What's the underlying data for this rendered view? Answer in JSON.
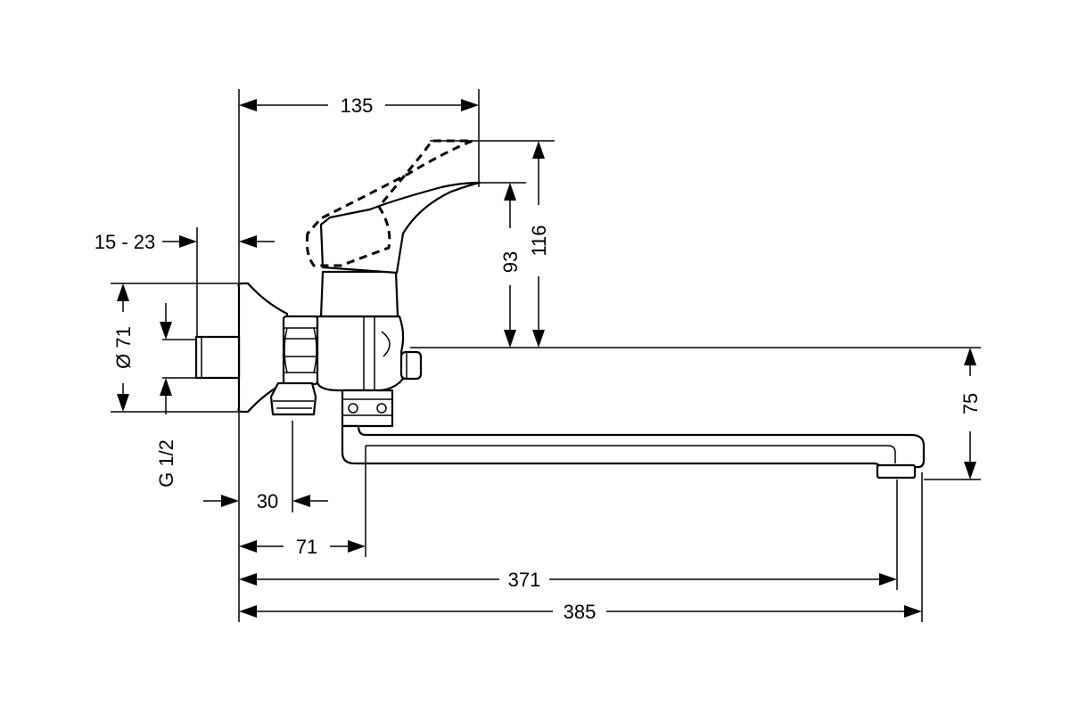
{
  "dimensions": {
    "width_135": "135",
    "height_116": "116",
    "height_93": "93",
    "range_15_23": "15 - 23",
    "diameter_71": "Ø 71",
    "thread_g12": "G 1/2",
    "offset_30": "30",
    "offset_71": "71",
    "reach_371": "371",
    "reach_385": "385",
    "height_75": "75"
  },
  "colors": {
    "line": "#000000",
    "background": "#ffffff"
  }
}
